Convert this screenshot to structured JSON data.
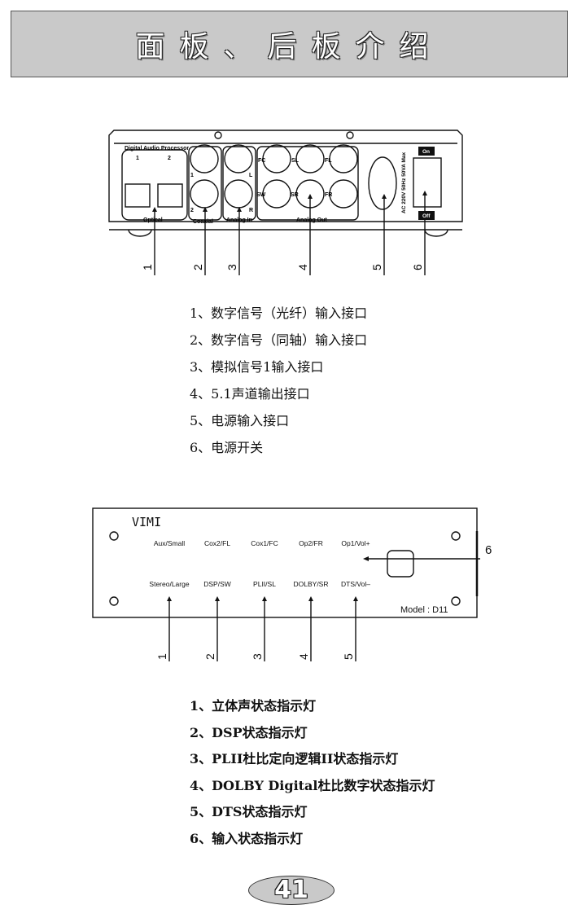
{
  "header": {
    "title": "面板、后板介绍"
  },
  "rear_panel": {
    "brand_text": "Digital Audio Processor",
    "optical_port_numbers": [
      "1",
      "2"
    ],
    "coaxial_port_numbers": [
      "1",
      "2"
    ],
    "analog_in_channels": [
      "L",
      "R"
    ],
    "output_channels": [
      "FC",
      "SL",
      "FL",
      "SW",
      "SR",
      "FR"
    ],
    "section_labels": {
      "optical": "Optical",
      "coaxial": "Coaxial",
      "analog_in": "Analog In",
      "analog_out": "Analog Out"
    },
    "power_rating": "AC 220V 50Hz 50VA Max",
    "switch_on": "On",
    "switch_off": "Off",
    "callouts": [
      "1",
      "2",
      "3",
      "4",
      "5",
      "6"
    ]
  },
  "rear_list": [
    "1、数字信号（光纤）输入接口",
    "2、数字信号（同轴）输入接口",
    "3、模拟信号1输入接口",
    "4、5.1声道输出接口",
    "5、电源输入接口",
    "6、电源开关"
  ],
  "front_panel": {
    "logo": "VIMI",
    "top_labels": [
      "Aux/Small",
      "Cox2/FL",
      "Cox1/FC",
      "Op2/FR",
      "Op1/Vol+"
    ],
    "bottom_labels": [
      "Stereo/Large",
      "DSP/SW",
      "PLII/SL",
      "DOLBY/SR",
      "DTS/Vol–"
    ],
    "model": "Model : D11",
    "callouts": [
      "1",
      "2",
      "3",
      "4",
      "5",
      "6"
    ]
  },
  "front_list": [
    "1、立体声状态指示灯",
    "2、DSP状态指示灯",
    "3、PLII杜比定向逻辑II状态指示灯",
    "4、DOLBY Digital杜比数字状态指示灯",
    "5、DTS状态指示灯",
    "6、输入状态指示灯"
  ],
  "page_number": "41"
}
